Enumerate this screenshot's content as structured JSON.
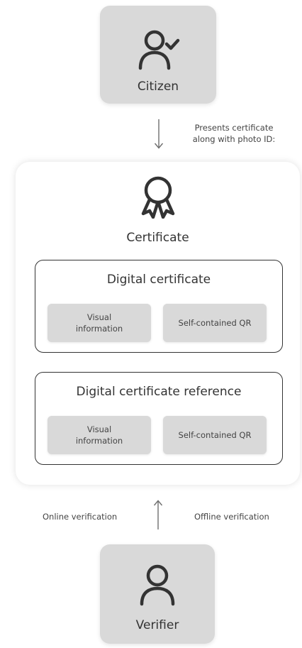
{
  "citizen": {
    "label": "Citizen"
  },
  "presents_note": {
    "line1": "Presents certificate",
    "line2": "along with photo ID:"
  },
  "certificate": {
    "title": "Certificate",
    "digital": {
      "title": "Digital certificate",
      "visual_line1": "Visual",
      "visual_line2": "information",
      "qr": "Self-contained QR"
    },
    "reference": {
      "title": "Digital certificate reference",
      "visual_line1": "Visual",
      "visual_line2": "information",
      "qr": "Self-contained QR"
    }
  },
  "verification": {
    "online": "Online verification",
    "offline": "Offline verification"
  },
  "verifier": {
    "label": "Verifier"
  },
  "icons": {
    "citizen": "user-check-icon",
    "certificate": "award-ribbon-icon",
    "verifier": "user-icon",
    "down_arrow": "arrow-down-icon",
    "up_arrow": "arrow-up-icon"
  },
  "colors": {
    "box_fill": "#d9d9d9",
    "text": "#333333",
    "stroke": "#333333",
    "arrow": "#6e6e6e"
  }
}
